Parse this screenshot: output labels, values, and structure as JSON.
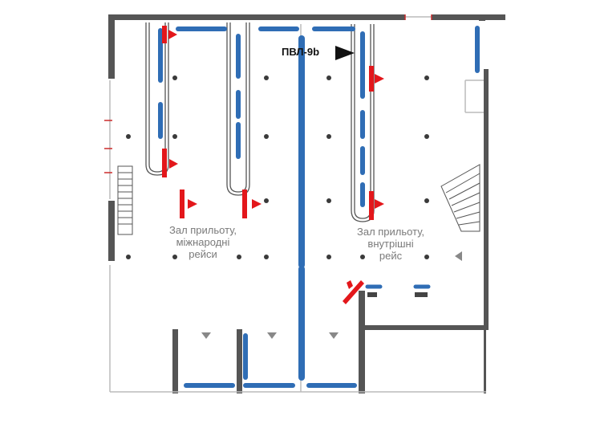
{
  "gate_label": "ПВЛ-9b",
  "halls": {
    "international": {
      "line1": "Зал прильоту,",
      "line2": "міжнародні",
      "line3": "рейси"
    },
    "domestic": {
      "line1": "Зал прильоту,",
      "line2": "внутрішні",
      "line3": "рейс"
    }
  },
  "colors": {
    "wall": "#555555",
    "belt": "#2f6db5",
    "marker": "#e3171b",
    "dot": "#3a3a3a",
    "arrow": "#888888"
  }
}
